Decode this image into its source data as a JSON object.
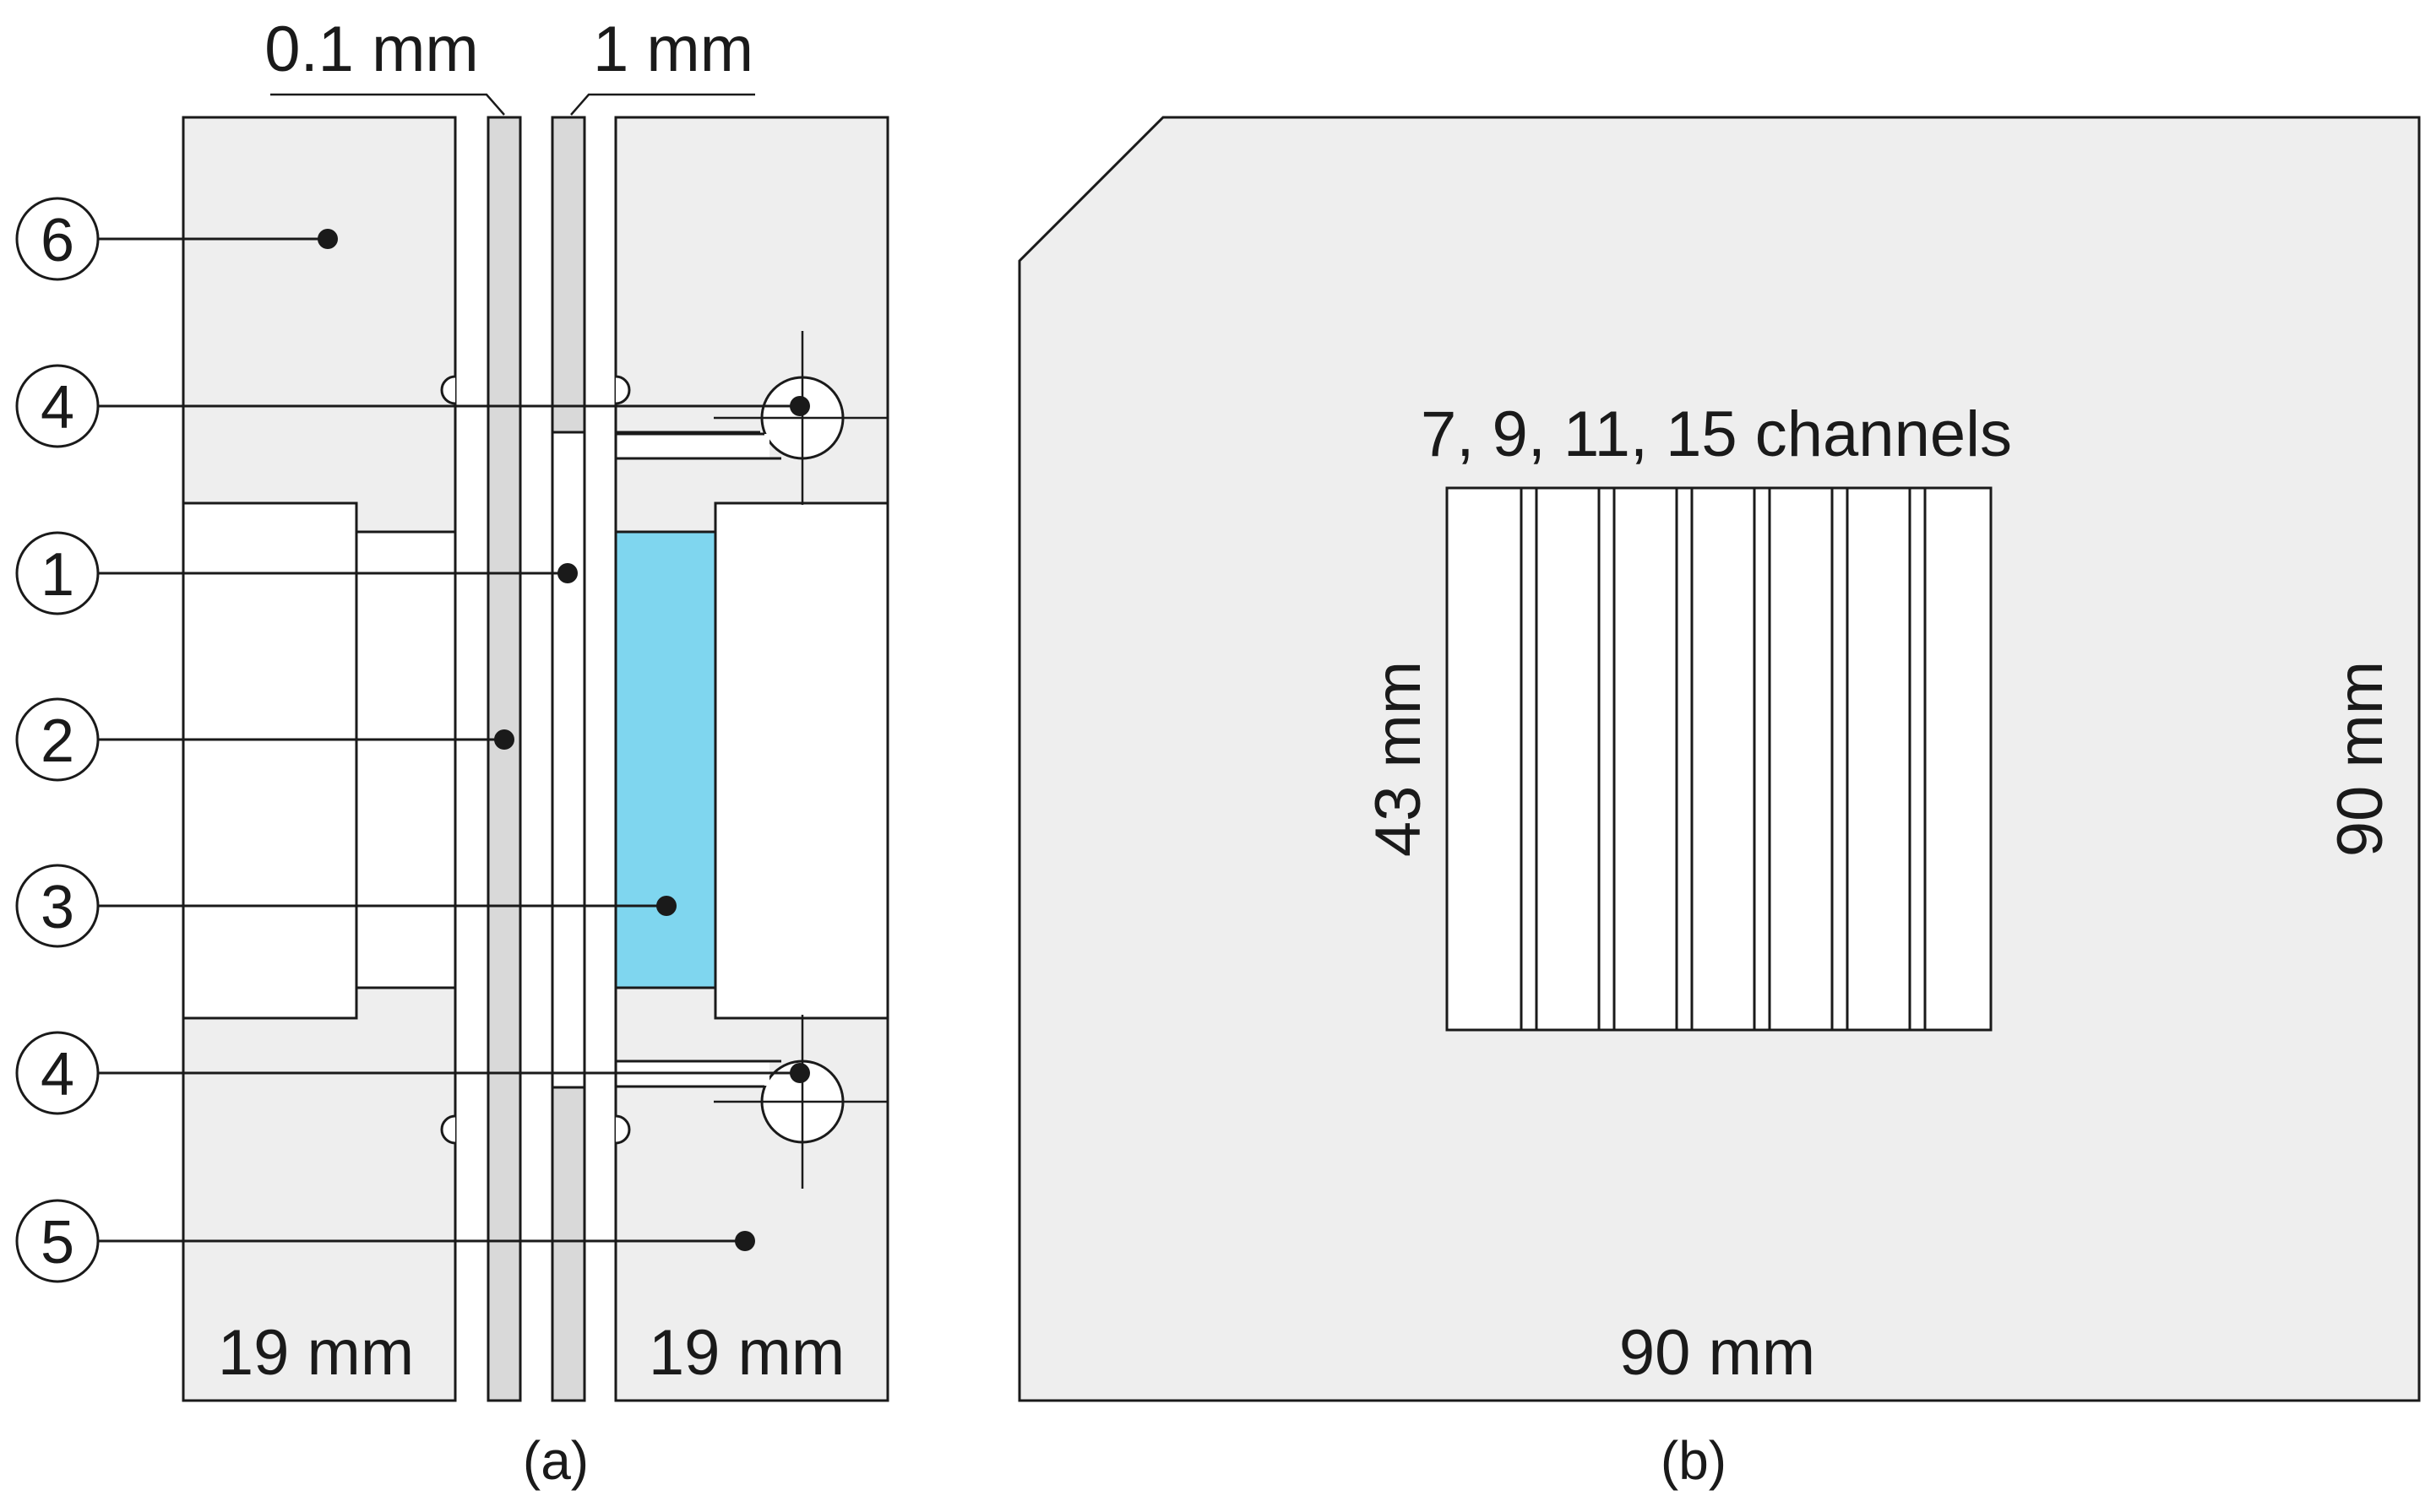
{
  "panel_a": {
    "dimensions": {
      "membrane": "0.1 mm",
      "gasket": "1 mm",
      "left_plate": "19 mm",
      "right_plate": "19 mm"
    },
    "callouts": [
      "6",
      "4",
      "1",
      "2",
      "3",
      "4",
      "5"
    ],
    "caption": "(a)"
  },
  "panel_b": {
    "channels_label": "7, 9, 11, 15 channels",
    "height_label": "43 mm",
    "plate_height": "90 mm",
    "plate_width": "90 mm",
    "caption": "(b)",
    "channel_count_shown": 7
  },
  "colors": {
    "plate_fill": "#eeeeee",
    "membrane_fill": "#d9d9d9",
    "electrode_fill": "#7fd6ef",
    "stroke": "#1a1a1a"
  }
}
